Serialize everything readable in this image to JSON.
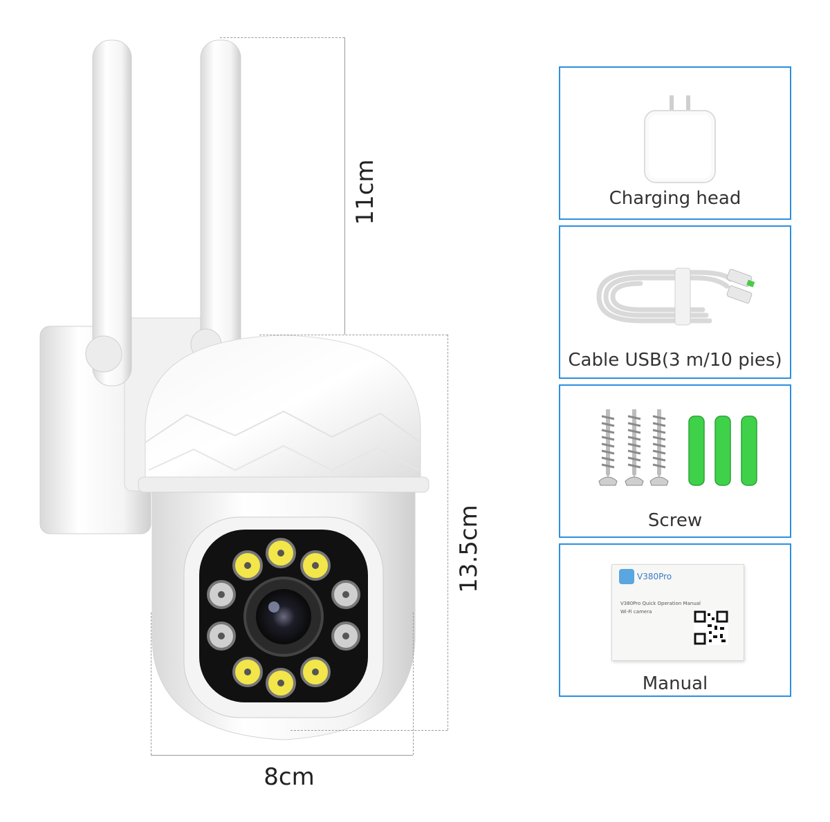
{
  "dimensions": {
    "antenna_height": "11cm",
    "body_height": "13.5cm",
    "body_width": "8cm"
  },
  "accessories": [
    {
      "label": "Charging head",
      "icon": "charger-icon"
    },
    {
      "label": "Cable USB(3 m/10 pies)",
      "icon": "usb-cable-icon"
    },
    {
      "label": "Screw",
      "icon": "screw-icon"
    },
    {
      "label": "Manual",
      "icon": "manual-icon"
    }
  ],
  "manual": {
    "brand": "V380Pro",
    "title": "V380Pro Quick Operation Manual",
    "subtitle": "Wi-Fi camera"
  },
  "colors": {
    "panel_border": "#2b8fe0",
    "led_yellow": "#f2e64a",
    "anchor_green": "#3fd14a"
  }
}
